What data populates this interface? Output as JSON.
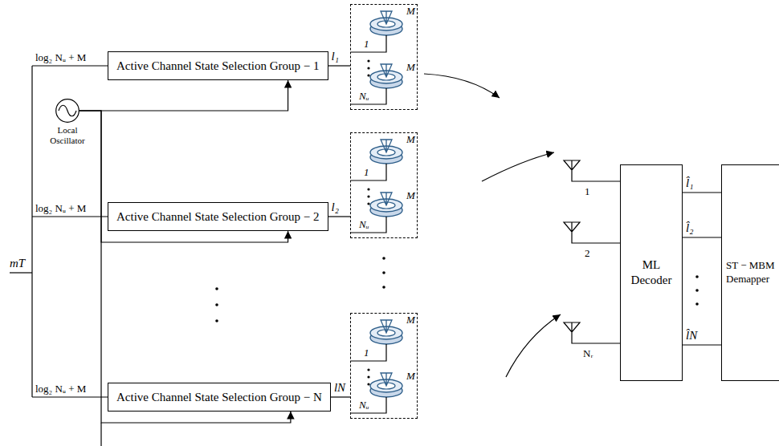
{
  "diagram": {
    "nodes": [
      {
        "text": [
          "Active Channel State Selection Group − 1"
        ]
      },
      {
        "text": [
          "M",
          "1",
          "M",
          "Nᵤ"
        ]
      },
      {
        "text": [
          "Local Oscillator"
        ]
      },
      {
        "text": [
          "Active Channel State Selection Group − 2"
        ]
      },
      {
        "text": [
          "M",
          "1",
          "M",
          "Nᵤ"
        ]
      },
      {
        "text": [
          "Active Channel State Selection Group − N"
        ]
      },
      {
        "text": [
          "M",
          "1",
          "M",
          "Nᵤ"
        ]
      },
      {
        "text": [
          "ML Decoder"
        ]
      },
      {
        "text": [
          "ST − MBM Demapper"
        ]
      }
    ],
    "edges": [
      {
        "from": 2,
        "to": 0,
        "arrow": "to"
      },
      {
        "from": 2,
        "to": 3,
        "arrow": "to"
      },
      {
        "from": 2,
        "to": 5,
        "arrow": "to"
      },
      {
        "from": 0,
        "to": 1,
        "label": "l₁",
        "arrow": "none"
      },
      {
        "from": 3,
        "to": 4,
        "label": "l₂",
        "arrow": "none"
      },
      {
        "from": 5,
        "to": 6,
        "label": "lN",
        "arrow": "none"
      },
      {
        "from": 7,
        "to": 8,
        "label": "l̂₁",
        "arrow": "none"
      },
      {
        "from": 7,
        "to": 8,
        "label": "l̂₂",
        "arrow": "none"
      },
      {
        "from": 7,
        "to": 8,
        "label": "l̂N",
        "arrow": "none"
      }
    ],
    "labels": [
      "log₂ Nᵤ + M",
      "1",
      "log₂ Nᵤ + M",
      "2",
      "mT",
      "Nᵣ",
      "log₂ Nᵤ + M"
    ]
  }
}
